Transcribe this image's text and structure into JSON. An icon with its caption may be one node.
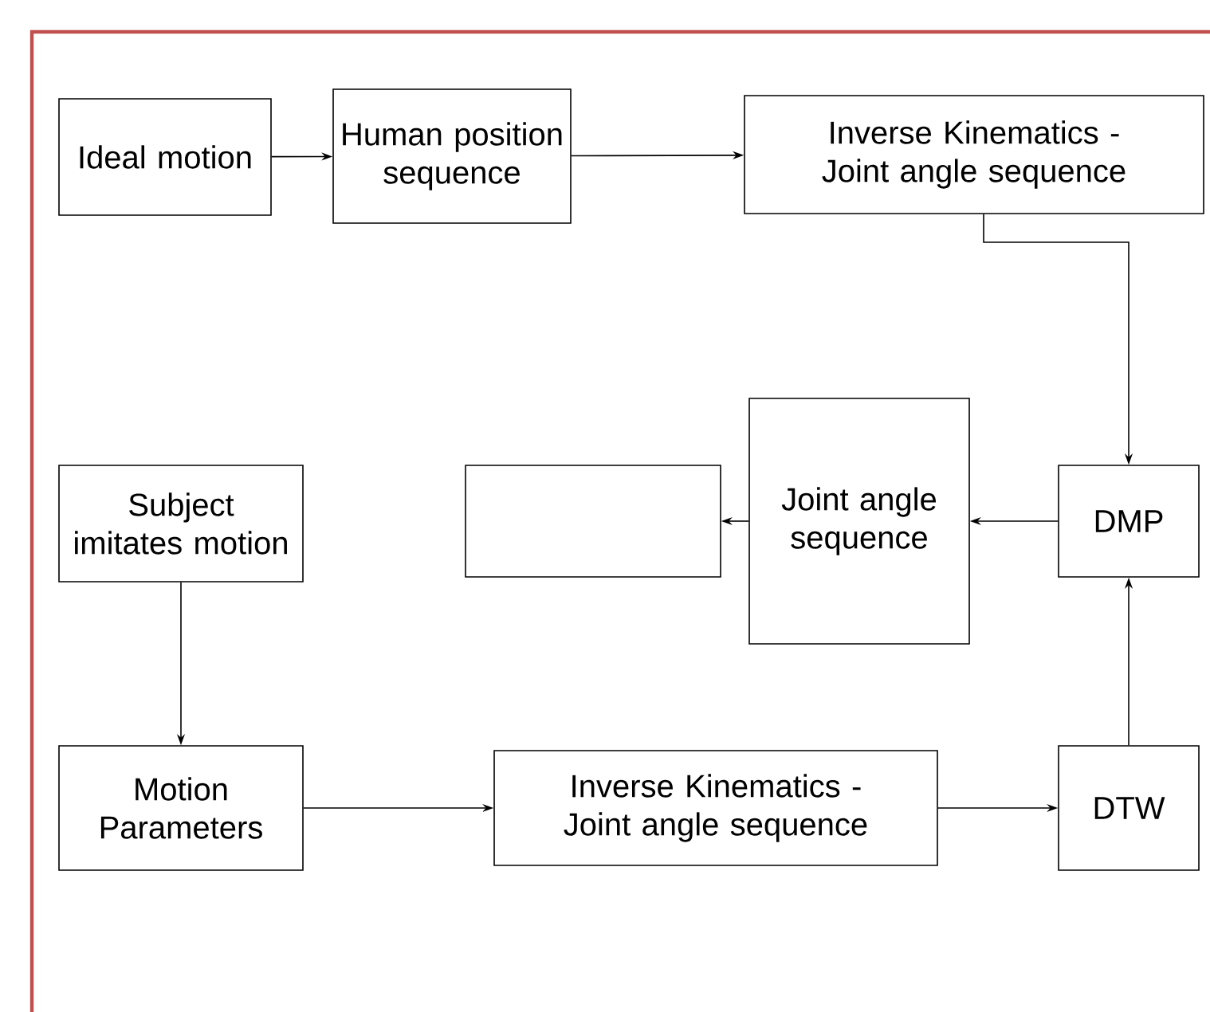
{
  "diagram": {
    "nodes": [
      {
        "text": [
          "Ideal motion"
        ]
      },
      {
        "text": [
          "Human position sequence"
        ]
      },
      {
        "text": [
          "Inverse Kinematics - Joint angle sequence"
        ]
      },
      {
        "text": [
          "Subject imitates motion"
        ]
      },
      {
        "text": [],
        "shape": "box"
      },
      {
        "text": [
          "Joint angle sequence"
        ]
      },
      {
        "text": [
          "DMP"
        ]
      },
      {
        "text": [
          "Motion Parameters"
        ]
      },
      {
        "text": [
          "Inverse Kinematics - Joint angle sequence"
        ]
      },
      {
        "text": [
          "DTW"
        ]
      }
    ],
    "edges": [
      {
        "from": 0,
        "to": 1,
        "arrow": "to"
      },
      {
        "from": 1,
        "to": 2,
        "arrow": "to"
      },
      {
        "from": 2,
        "to": 6,
        "arrow": "to"
      },
      {
        "from": 6,
        "to": 5,
        "arrow": "to"
      },
      {
        "from": 5,
        "to": 4,
        "arrow": "to"
      },
      {
        "from": 3,
        "to": 7,
        "arrow": "to"
      },
      {
        "from": 7,
        "to": 8,
        "arrow": "to"
      },
      {
        "from": 8,
        "to": 9,
        "arrow": "to"
      },
      {
        "from": 9,
        "to": 6,
        "arrow": "to"
      }
    ]
  }
}
